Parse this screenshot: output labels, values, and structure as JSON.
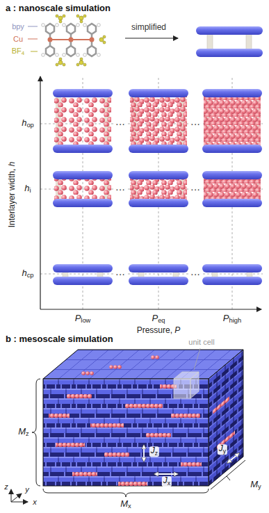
{
  "diagram": {
    "labels": [
      "a : nanoscale simulation",
      "bpy",
      "Cu",
      "BF4",
      "simplified",
      "Interlayer width, h",
      "hop",
      "···",
      "···",
      "hi",
      "···",
      "···",
      "hcp",
      "···",
      "···",
      "Plow",
      "Peq",
      "Phigh",
      "Pressure, P",
      "b : mesoscale simulation",
      "unit cell",
      "Mz",
      "Jz",
      "Jy",
      "Jx",
      "z",
      "y",
      "x",
      "Mx",
      "My"
    ]
  }
}
